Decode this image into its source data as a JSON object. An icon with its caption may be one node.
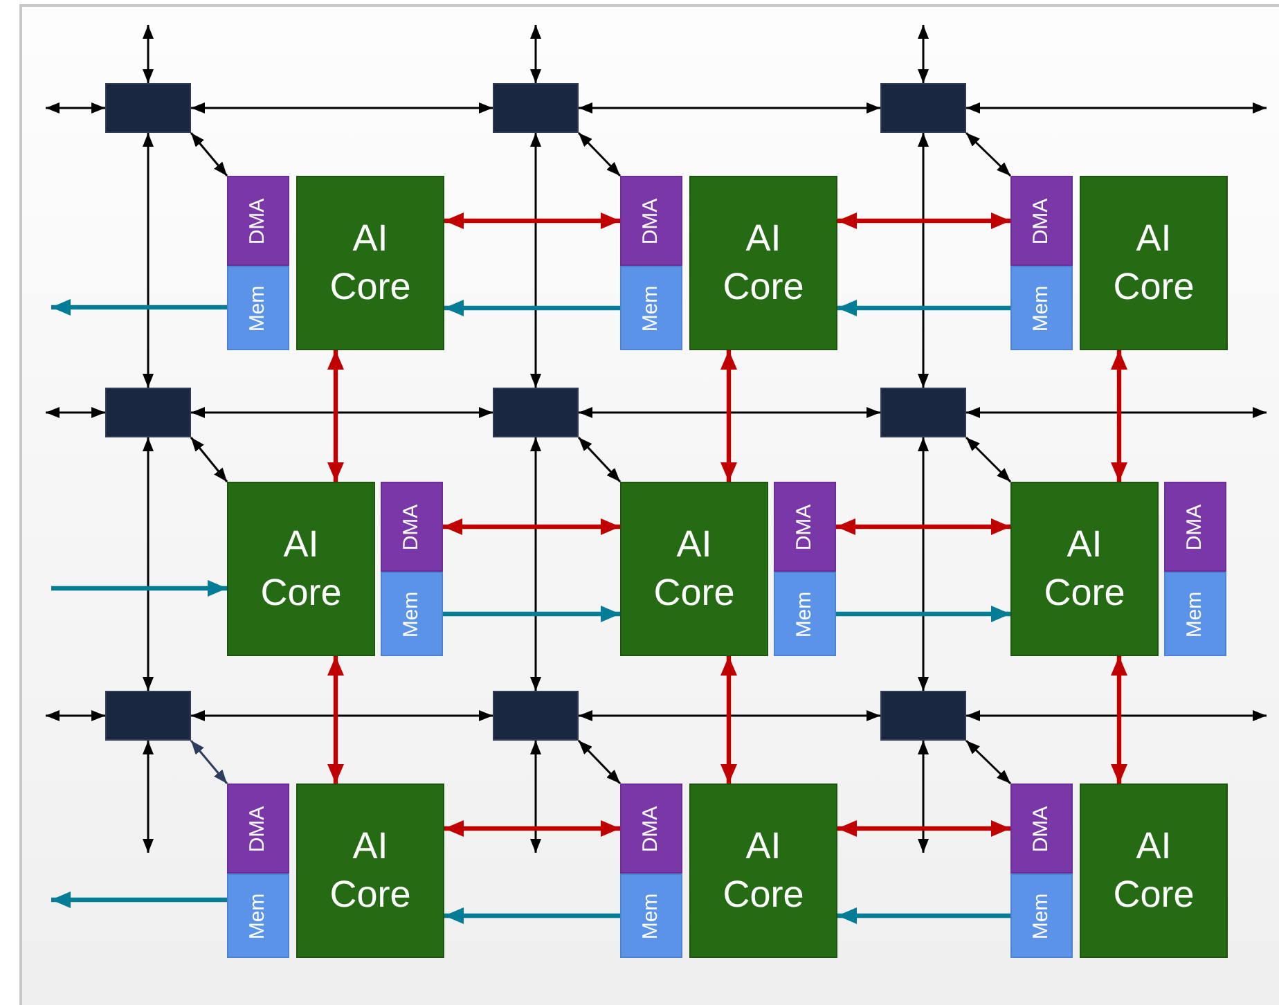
{
  "diagram": {
    "nodes": [
      {
        "text": [],
        "shape": "box"
      },
      {
        "text": [],
        "shape": "box"
      },
      {
        "text": [],
        "shape": "box"
      },
      {
        "text": [],
        "shape": "box"
      },
      {
        "text": [],
        "shape": "box"
      },
      {
        "text": [],
        "shape": "box"
      },
      {
        "text": [],
        "shape": "box"
      },
      {
        "text": [],
        "shape": "box"
      },
      {
        "text": [],
        "shape": "box"
      },
      {
        "text": [
          "AI Core"
        ]
      },
      {
        "text": [
          "DMA"
        ]
      },
      {
        "text": [
          "Mem"
        ]
      },
      {
        "text": [
          "AI Core"
        ]
      },
      {
        "text": [
          "DMA"
        ]
      },
      {
        "text": [
          "Mem"
        ]
      },
      {
        "text": [
          "AI Core"
        ]
      },
      {
        "text": [
          "DMA"
        ]
      },
      {
        "text": [
          "Mem"
        ]
      },
      {
        "text": [
          "AI Core"
        ]
      },
      {
        "text": [
          "DMA"
        ]
      },
      {
        "text": [
          "Mem"
        ]
      },
      {
        "text": [
          "AI Core"
        ]
      },
      {
        "text": [
          "DMA"
        ]
      },
      {
        "text": [
          "Mem"
        ]
      },
      {
        "text": [
          "AI Core"
        ]
      },
      {
        "text": [
          "DMA"
        ]
      },
      {
        "text": [
          "Mem"
        ]
      },
      {
        "text": [
          "AI Core"
        ]
      },
      {
        "text": [
          "DMA"
        ]
      },
      {
        "text": [
          "Mem"
        ]
      },
      {
        "text": [
          "AI Core"
        ]
      },
      {
        "text": [
          "DMA"
        ]
      },
      {
        "text": [
          "Mem"
        ]
      },
      {
        "text": [
          "AI Core"
        ]
      },
      {
        "text": [
          "DMA"
        ]
      },
      {
        "text": [
          "Mem"
        ]
      }
    ],
    "edges": [
      {
        "from": null,
        "to": 0,
        "arrow": "both"
      },
      {
        "from": 0,
        "to": 1,
        "arrow": "both"
      },
      {
        "from": 1,
        "to": 2,
        "arrow": "both"
      },
      {
        "from": 2,
        "to": null,
        "arrow": "both"
      },
      {
        "from": null,
        "to": 3,
        "arrow": "both"
      },
      {
        "from": 3,
        "to": 4,
        "arrow": "both"
      },
      {
        "from": 4,
        "to": 5,
        "arrow": "both"
      },
      {
        "from": 5,
        "to": null,
        "arrow": "both"
      },
      {
        "from": null,
        "to": 6,
        "arrow": "both"
      },
      {
        "from": 6,
        "to": 7,
        "arrow": "both"
      },
      {
        "from": 7,
        "to": 8,
        "arrow": "both"
      },
      {
        "from": 8,
        "to": null,
        "arrow": "both"
      },
      {
        "from": null,
        "to": 0,
        "arrow": "both"
      },
      {
        "from": 0,
        "to": 3,
        "arrow": "both"
      },
      {
        "from": 3,
        "to": 6,
        "arrow": "both"
      },
      {
        "from": 6,
        "to": null,
        "arrow": "both"
      },
      {
        "from": null,
        "to": 1,
        "arrow": "both"
      },
      {
        "from": 1,
        "to": 4,
        "arrow": "both"
      },
      {
        "from": 4,
        "to": 7,
        "arrow": "both"
      },
      {
        "from": 7,
        "to": null,
        "arrow": "both"
      },
      {
        "from": null,
        "to": 2,
        "arrow": "both"
      },
      {
        "from": 2,
        "to": 5,
        "arrow": "both"
      },
      {
        "from": 5,
        "to": 8,
        "arrow": "both"
      },
      {
        "from": 8,
        "to": null,
        "arrow": "both"
      },
      {
        "from": 0,
        "to": 10,
        "arrow": "both"
      },
      {
        "from": 1,
        "to": 13,
        "arrow": "both"
      },
      {
        "from": 2,
        "to": 16,
        "arrow": "both"
      },
      {
        "from": 3,
        "to": 18,
        "arrow": "both"
      },
      {
        "from": 4,
        "to": 21,
        "arrow": "both"
      },
      {
        "from": 5,
        "to": 24,
        "arrow": "both"
      },
      {
        "from": 6,
        "to": 28,
        "arrow": "both",
        "color": "#2c3e5c"
      },
      {
        "from": 7,
        "to": 31,
        "arrow": "both"
      },
      {
        "from": 8,
        "to": 34,
        "arrow": "both"
      },
      {
        "from": 9,
        "to": 13,
        "arrow": "both",
        "style": "thick",
        "color": "#c00000"
      },
      {
        "from": 12,
        "to": 16,
        "arrow": "both",
        "style": "thick",
        "color": "#c00000"
      },
      {
        "from": 19,
        "to": 21,
        "arrow": "both",
        "style": "thick",
        "color": "#c00000"
      },
      {
        "from": 22,
        "to": 24,
        "arrow": "both",
        "style": "thick",
        "color": "#c00000"
      },
      {
        "from": 27,
        "to": 31,
        "arrow": "both",
        "style": "thick",
        "color": "#c00000"
      },
      {
        "from": 30,
        "to": 34,
        "arrow": "both",
        "style": "thick",
        "color": "#c00000"
      },
      {
        "from": 9,
        "to": 18,
        "arrow": "both",
        "style": "thick",
        "color": "#c00000"
      },
      {
        "from": 18,
        "to": 27,
        "arrow": "both",
        "style": "thick",
        "color": "#c00000"
      },
      {
        "from": 12,
        "to": 21,
        "arrow": "both",
        "style": "thick",
        "color": "#c00000"
      },
      {
        "from": 21,
        "to": 30,
        "arrow": "both",
        "style": "thick",
        "color": "#c00000"
      },
      {
        "from": 15,
        "to": 24,
        "arrow": "both",
        "style": "thick",
        "color": "#c00000"
      },
      {
        "from": 24,
        "to": 33,
        "arrow": "both",
        "style": "thick",
        "color": "#c00000"
      },
      {
        "from": 11,
        "to": null,
        "arrow": "to",
        "style": "thick",
        "color": "#037d95"
      },
      {
        "from": 14,
        "to": 9,
        "arrow": "to",
        "style": "thick",
        "color": "#037d95"
      },
      {
        "from": 17,
        "to": 12,
        "arrow": "to",
        "style": "thick",
        "color": "#037d95"
      },
      {
        "from": null,
        "to": 18,
        "arrow": "to",
        "style": "thick",
        "color": "#037d95"
      },
      {
        "from": 20,
        "to": 21,
        "arrow": "to",
        "style": "thick",
        "color": "#037d95"
      },
      {
        "from": 23,
        "to": 24,
        "arrow": "to",
        "style": "thick",
        "color": "#037d95"
      },
      {
        "from": 29,
        "to": null,
        "arrow": "to",
        "style": "thick",
        "color": "#037d95"
      },
      {
        "from": 32,
        "to": 27,
        "arrow": "to",
        "style": "thick",
        "color": "#037d95"
      },
      {
        "from": 35,
        "to": 30,
        "arrow": "to",
        "style": "thick",
        "color": "#037d95"
      }
    ]
  }
}
